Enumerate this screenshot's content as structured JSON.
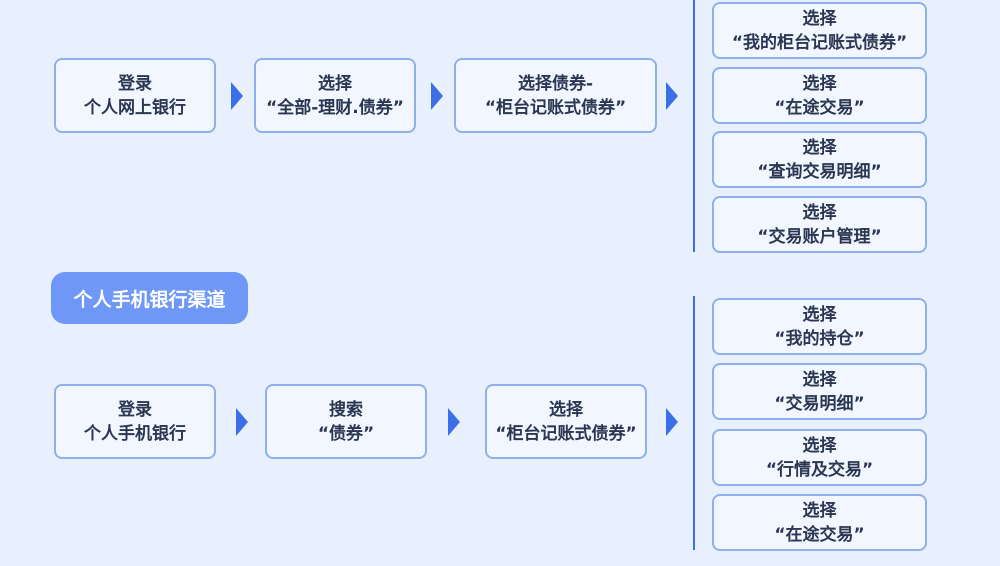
{
  "section_top": {
    "steps": [
      {
        "line1": "登录",
        "line2": "个人网上银行"
      },
      {
        "line1": "选择",
        "line2": "“全部-理财.债券”"
      },
      {
        "line1": "选择债券-",
        "line2": "“柜台记账式债券”"
      }
    ],
    "options": [
      {
        "line1": "选择",
        "line2": "“我的柜台记账式债券”"
      },
      {
        "line1": "选择",
        "line2": "“在途交易”"
      },
      {
        "line1": "选择",
        "line2": "“查询交易明细”"
      },
      {
        "line1": "选择",
        "line2": "“交易账户管理”"
      }
    ]
  },
  "section_mobile": {
    "label": "个人手机银行渠道",
    "steps": [
      {
        "line1": "登录",
        "line2": "个人手机银行"
      },
      {
        "line1": "搜索",
        "line2": "“债券”"
      },
      {
        "line1": "选择",
        "line2": "“柜台记账式债券”"
      }
    ],
    "options": [
      {
        "line1": "选择",
        "line2": "“我的持仓”"
      },
      {
        "line1": "选择",
        "line2": "“交易明细”"
      },
      {
        "line1": "选择",
        "line2": "“行情及交易”"
      },
      {
        "line1": "选择",
        "line2": "“在途交易”"
      }
    ]
  },
  "colors": {
    "accent": "#3b6fe8",
    "box_border": "#8fb0ea",
    "pill": "#6f97f7",
    "background": "#e8f0fd"
  }
}
